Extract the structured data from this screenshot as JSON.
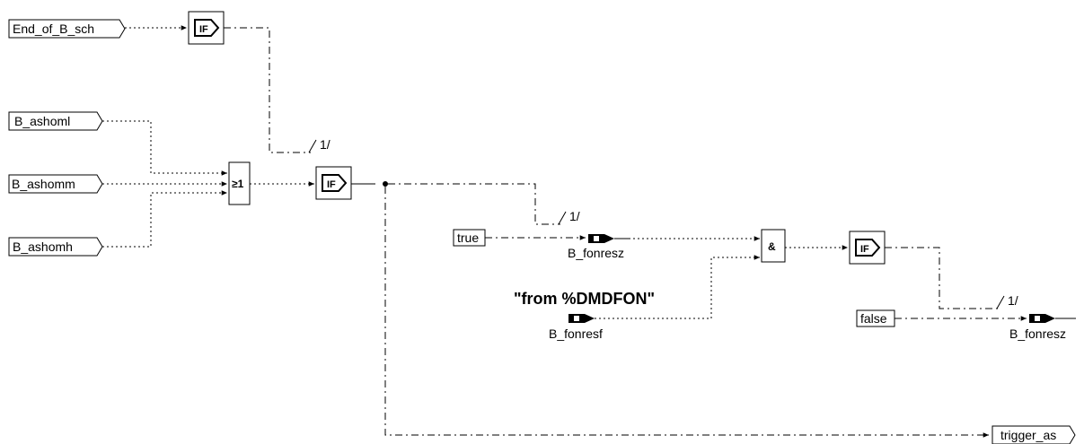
{
  "inputs": {
    "end_of_b_sch": "End_of_B_sch",
    "b_ashoml": "B_ashoml",
    "b_ashomm": "B_ashomm",
    "b_ashomh": "B_ashomh"
  },
  "gates": {
    "or_symbol": "≥1",
    "and_symbol": "&",
    "if_label": "IF"
  },
  "constants": {
    "true_label": "true",
    "false_label": "false"
  },
  "variables": {
    "b_fonresz_1": "B_fonresz",
    "b_fonresz_2": "B_fonresz",
    "b_fonresf": "B_fonresf"
  },
  "annotations": {
    "from_dmdfon": "\"from %DMDFON\"",
    "seq_1": "1/",
    "seq_2": "1/",
    "seq_3": "1/"
  },
  "outputs": {
    "trigger_as": "trigger_as"
  }
}
